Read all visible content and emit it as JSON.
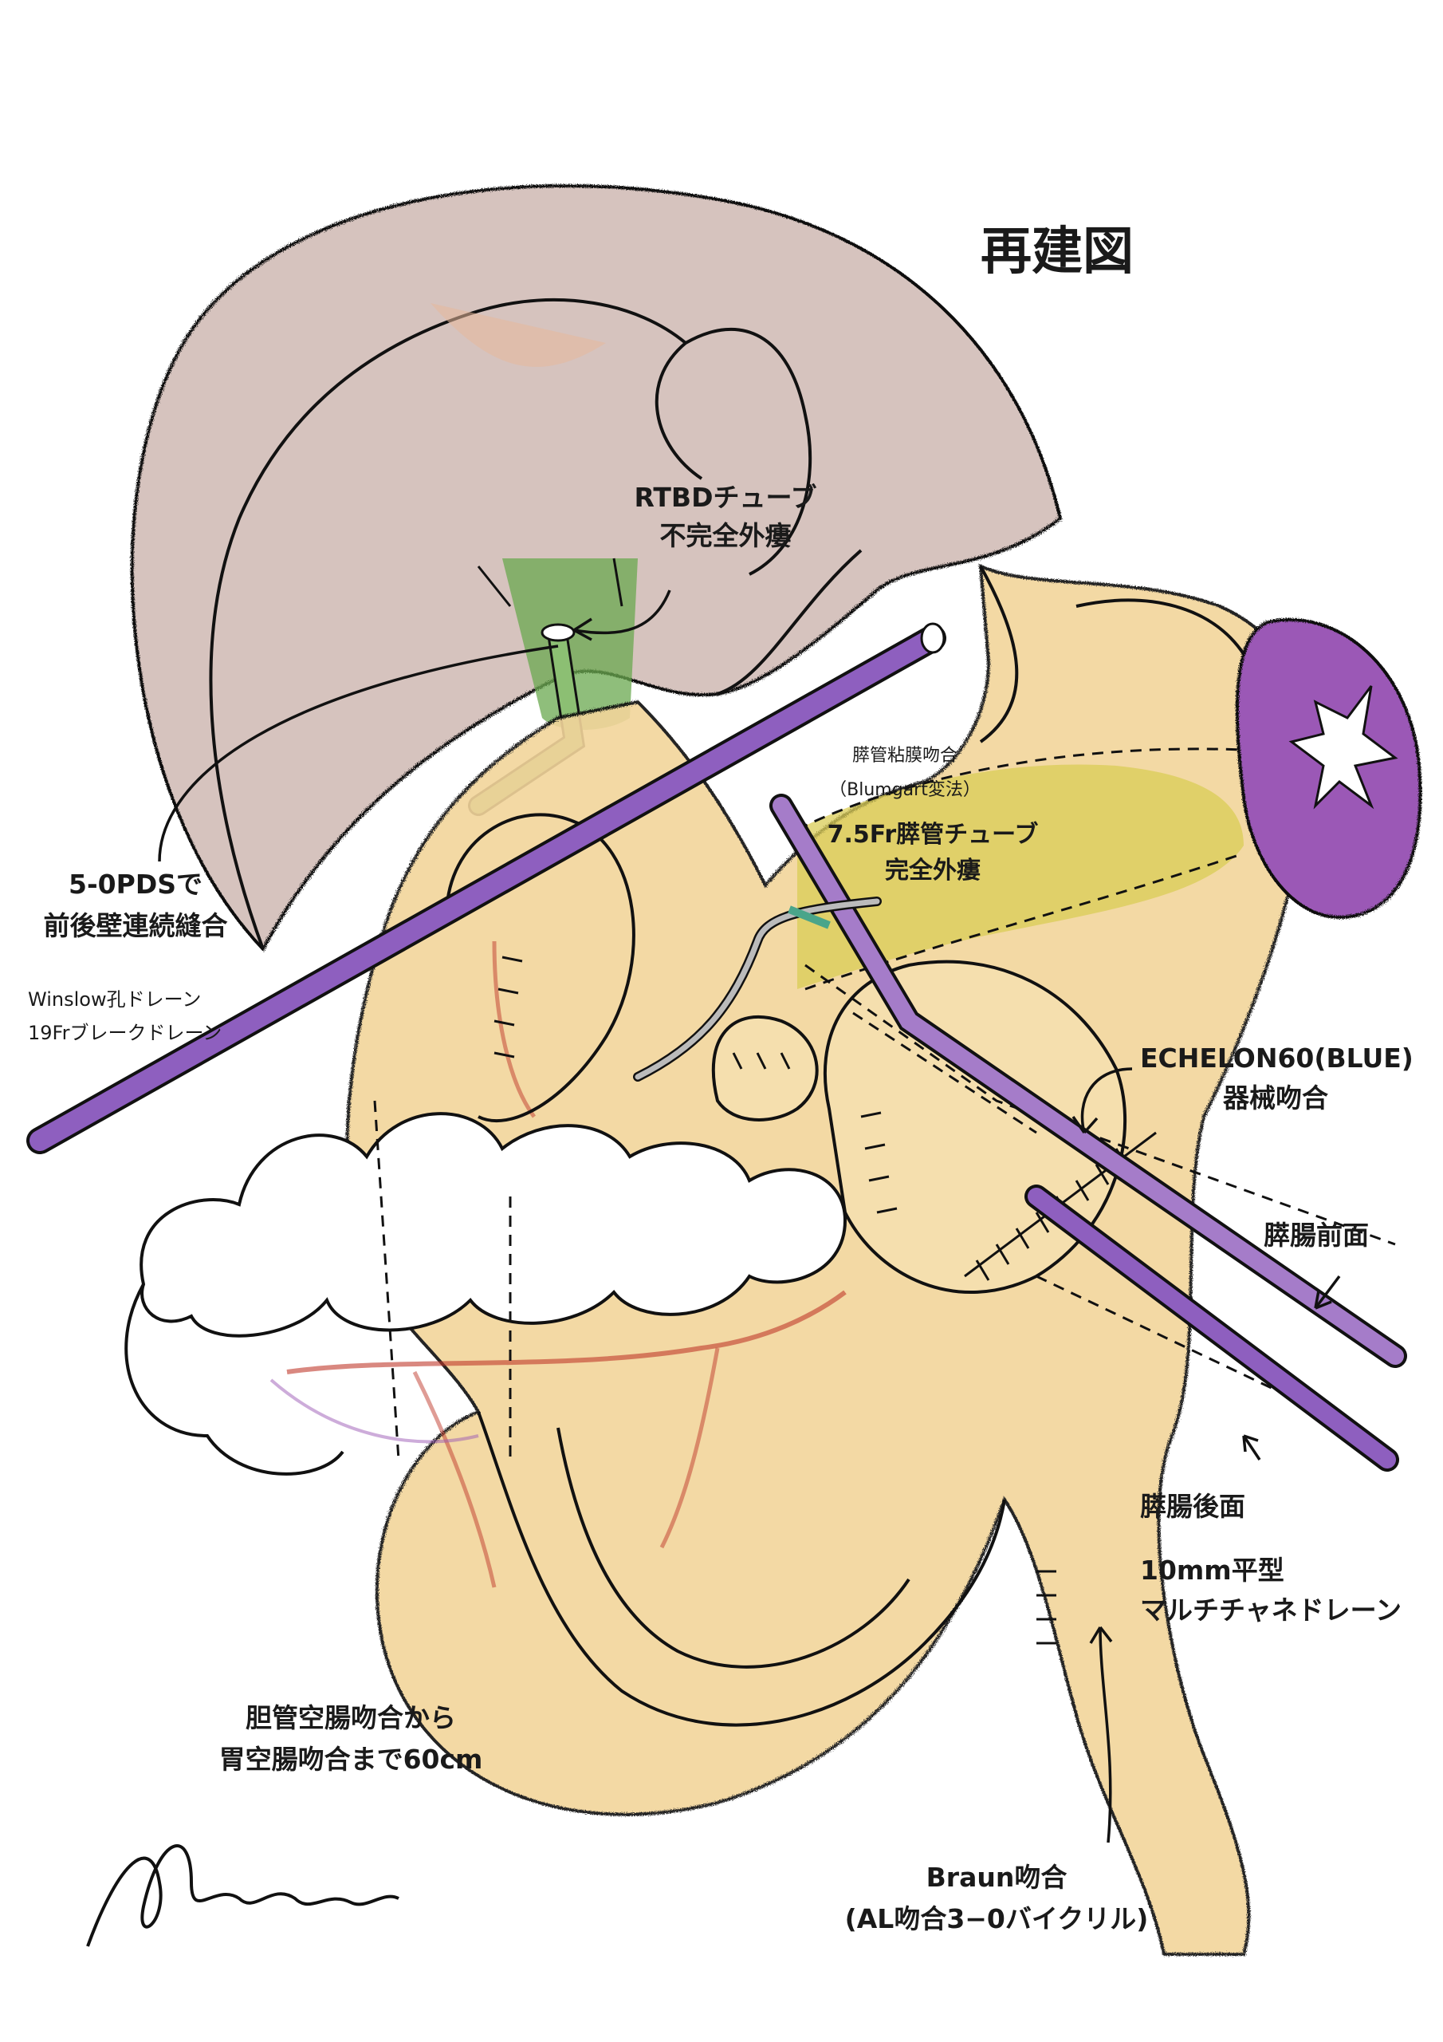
{
  "title": "再建図",
  "labels": {
    "rtbd_line1": "RTBDチューブ",
    "rtbd_line2": "不完全外瘻",
    "pancreatic_anast_line1": "膵管粘膜吻合",
    "pancreatic_anast_line2": "（Blumgart変法）",
    "pd_tube_line1": "7.5Fr膵管チューブ",
    "pd_tube_line2": "完全外瘻",
    "pds_line1": "5-0PDSで",
    "pds_line2": "前後壁連続縫合",
    "winslow_line1": "Winslow孔ドレーン",
    "winslow_line2": "19Frブレークドレーン",
    "echelon_line1": "ECHELON60(BLUE)",
    "echelon_line2": "器械吻合",
    "pj_anterior": "膵腸前面",
    "pj_posterior": "膵腸後面",
    "drain_line1": "10mm平型",
    "drain_line2": "マルチチャネドレーン",
    "distance_line1": "胆管空腸吻合から",
    "distance_line2": "胃空腸吻合まで60cm",
    "braun_line1": "Braun吻合",
    "braun_line2": "(AL吻合3−0バイクリル)"
  },
  "signature": "Mikamori",
  "colors": {
    "liver": "#c9b3ae",
    "gallbladder_bile": "#6aa84f",
    "bowel": "#f2d59b",
    "pancreas": "#d9cc55",
    "spleen": "#9b59b6",
    "drain": "#8e5fbf",
    "vessel": "#c0392b",
    "outline": "#111111"
  }
}
